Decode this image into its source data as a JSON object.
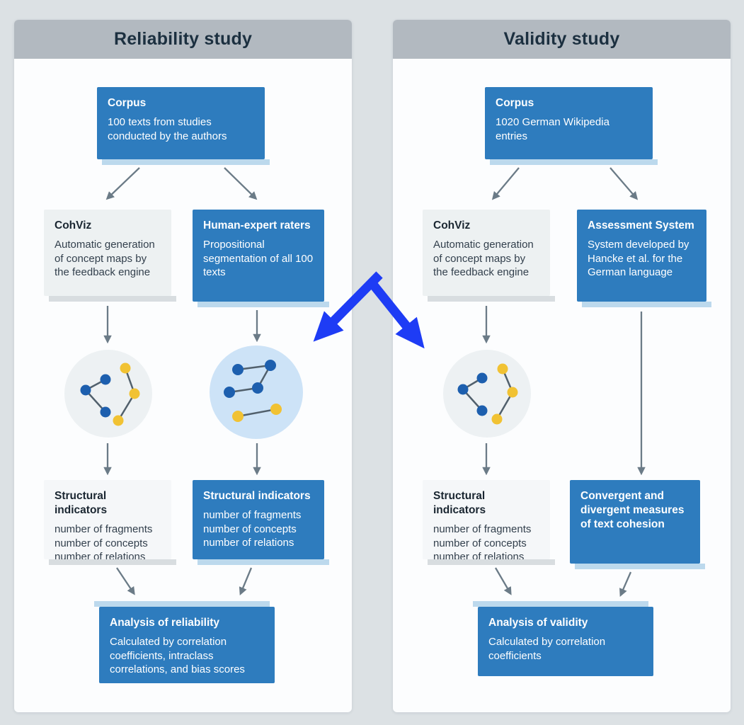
{
  "colors": {
    "page_background": "#dce1e4",
    "panel_background": "#fcfdfe",
    "header_bar": "#b2b9c0",
    "header_text": "#1c3040",
    "blue_box": "#2e7cbe",
    "blue_box_strip": "#bcd9ed",
    "light_box": "#edf1f2",
    "light_box_strip": "#d8dde0",
    "connector_arrow": "#6b7b87",
    "emphasis_arrow": "#1e3cf5",
    "node_blue": "#1d5fae",
    "node_yellow": "#f1c233",
    "circle_gray": "#edf1f3",
    "circle_blue": "#cde3f7"
  },
  "reliability": {
    "header": "Reliability study",
    "corpus": {
      "title": "Corpus",
      "body": "100 texts from studies conducted by the authors"
    },
    "cohviz": {
      "title": "CohViz",
      "body": "Automatic generation of concept maps by the feedback engine"
    },
    "raters": {
      "title": "Human-expert raters",
      "body": "Propositional segmentation of all 100 texts"
    },
    "indicators_cohviz": {
      "title": "Structural indicators",
      "lines": [
        "number of fragments",
        "number of concepts",
        "number of relations"
      ]
    },
    "indicators_raters": {
      "title": "Structural indicators",
      "lines": [
        "number of fragments",
        "number of concepts",
        "number of relations"
      ]
    },
    "analysis": {
      "title": "Analysis of reliability",
      "body": "Calculated by correlation coefficients, intraclass correlations, and bias scores"
    }
  },
  "validity": {
    "header": "Validity study",
    "corpus": {
      "title": "Corpus",
      "body": "1020 German Wikipedia entries"
    },
    "cohviz": {
      "title": "CohViz",
      "body": "Automatic generation of concept maps by the feedback engine"
    },
    "assessment": {
      "title": "Assessment System",
      "body": "System developed by Hancke et al. for the German language"
    },
    "indicators_cohviz": {
      "title": "Structural indicators",
      "lines": [
        "number of fragments",
        "number of concepts",
        "number of relations"
      ]
    },
    "cohesion": {
      "title": "Convergent and divergent measures of text cohesion"
    },
    "analysis": {
      "title": "Analysis of validity",
      "body": "Calculated by correlation coefficients"
    }
  }
}
